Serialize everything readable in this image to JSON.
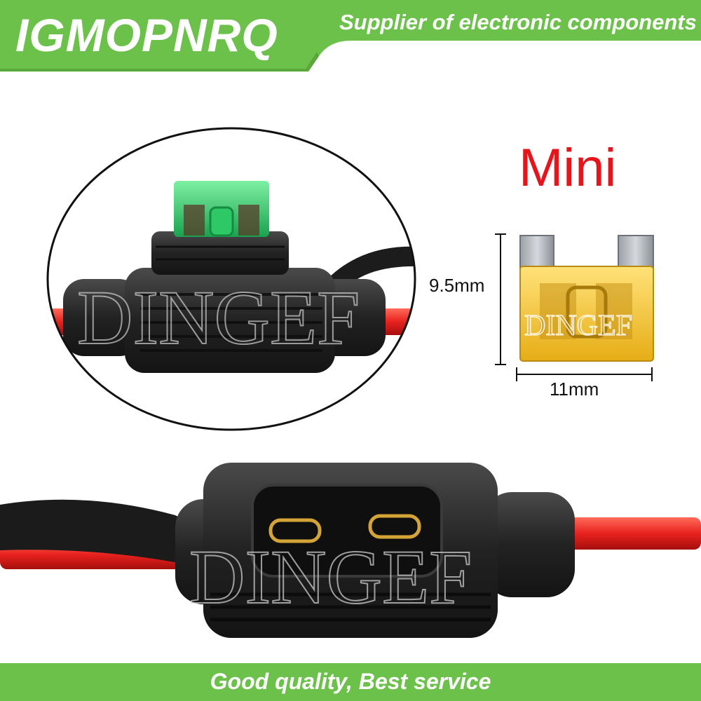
{
  "header": {
    "brand": "IGMOPNRQ",
    "tagline": "Supplier of electronic components",
    "color": "#6bc14a"
  },
  "product": {
    "fuse_type": "Mini",
    "height_label": "9.5mm",
    "width_label": "11mm",
    "fuse_color": "#f2c230",
    "holder_color": "#2a2a2a",
    "wire_color": "#e8221e",
    "watermark": "DINGEF"
  },
  "footer": {
    "slogan": "Good quality, Best service"
  }
}
